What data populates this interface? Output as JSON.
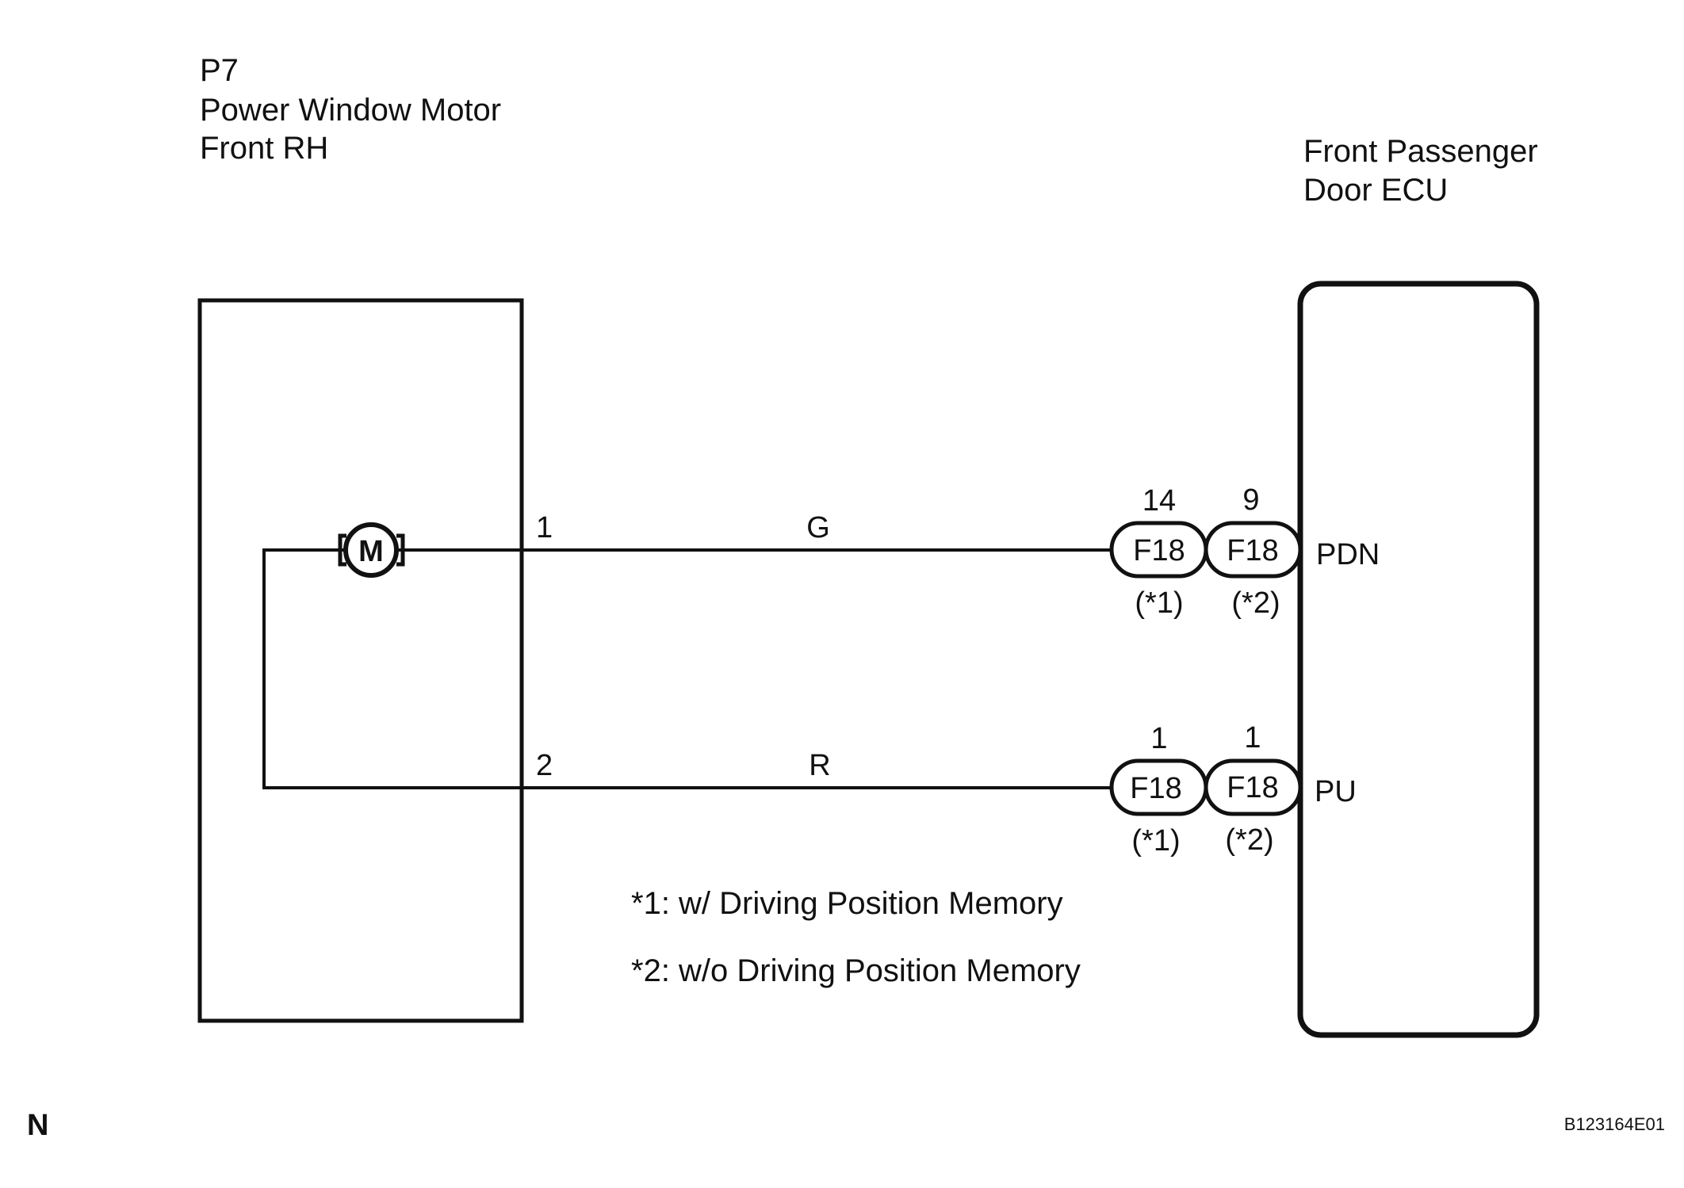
{
  "motor_component": {
    "code": "P7",
    "name_line1": "Power Window Motor",
    "name_line2": "Front RH",
    "symbol_label": "M",
    "pins": [
      {
        "number": "1",
        "wire_color": "G"
      },
      {
        "number": "2",
        "wire_color": "R"
      }
    ]
  },
  "ecu_component": {
    "name_line1": "Front Passenger",
    "name_line2": "Door ECU",
    "terminals": [
      {
        "label": "PDN",
        "connectors": [
          {
            "pin": "14",
            "code": "F18",
            "note": "(*1)"
          },
          {
            "pin": "9",
            "code": "F18",
            "note": "(*2)"
          }
        ]
      },
      {
        "label": "PU",
        "connectors": [
          {
            "pin": "1",
            "code": "F18",
            "note": "(*1)"
          },
          {
            "pin": "1",
            "code": "F18",
            "note": "(*2)"
          }
        ]
      }
    ]
  },
  "footnotes": [
    "*1: w/ Driving Position Memory",
    "*2: w/o Driving Position Memory"
  ],
  "corner_label": "N",
  "figure_id": "B123164E01"
}
